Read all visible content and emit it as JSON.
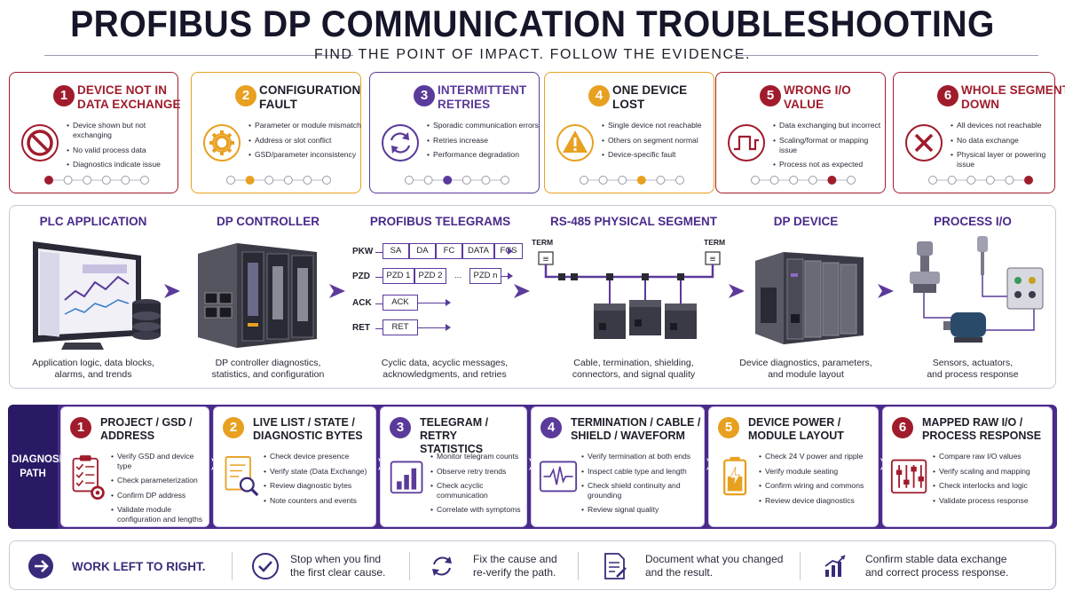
{
  "title": "PROFIBUS DP COMMUNICATION TROUBLESHOOTING",
  "subtitle": "FIND THE POINT OF IMPACT. FOLLOW THE EVIDENCE.",
  "colors": {
    "red": "#a01c2c",
    "orange": "#e8a020",
    "purple": "#5a3a9a",
    "navy": "#2a1a66",
    "dark": "#1e1e2a"
  },
  "cards": [
    {
      "num": "1",
      "title_l1": "DEVICE NOT IN",
      "title_l2": "DATA EXCHANGE",
      "icon": "prohibited-icon",
      "bullets": [
        "Device shown but not exchanging",
        "No valid process data",
        "Diagnostics indicate issue"
      ],
      "active_dot": 0
    },
    {
      "num": "2",
      "title_l1": "CONFIGURATION",
      "title_l2": "FAULT",
      "icon": "gear-icon",
      "bullets": [
        "Parameter or module mismatch",
        "Address or slot conflict",
        "GSD/parameter inconsistency"
      ],
      "active_dot": 1
    },
    {
      "num": "3",
      "title_l1": "INTERMITTENT",
      "title_l2": "RETRIES",
      "icon": "retry-icon",
      "bullets": [
        "Sporadic communication errors",
        "Retries increase",
        "Performance degradation"
      ],
      "active_dot": 2
    },
    {
      "num": "4",
      "title_l1": "ONE DEVICE",
      "title_l2": "LOST",
      "icon": "warning-icon",
      "bullets": [
        "Single device not reachable",
        "Others on segment normal",
        "Device-specific fault"
      ],
      "active_dot": 3
    },
    {
      "num": "5",
      "title_l1": "WRONG I/O",
      "title_l2": "VALUE",
      "icon": "square-wave-icon",
      "bullets": [
        "Data exchanging but incorrect",
        "Scaling/format or mapping issue",
        "Process not as expected"
      ],
      "active_dot": 4
    },
    {
      "num": "6",
      "title_l1": "WHOLE SEGMENT",
      "title_l2": "DOWN",
      "icon": "x-mark-icon",
      "bullets": [
        "All devices not reachable",
        "No data exchange",
        "Physical layer or powering issue"
      ],
      "active_dot": 5
    }
  ],
  "flow": [
    {
      "title": "PLC APPLICATION",
      "cap_l1": "Application logic, data blocks,",
      "cap_l2": "alarms, and trends"
    },
    {
      "title": "DP CONTROLLER",
      "cap_l1": "DP controller diagnostics,",
      "cap_l2": "statistics, and configuration"
    },
    {
      "title": "PROFIBUS TELEGRAMS",
      "cap_l1": "Cyclic data, acyclic messages,",
      "cap_l2": "acknowledgments, and retries"
    },
    {
      "title": "RS-485 PHYSICAL SEGMENT",
      "cap_l1": "Cable, termination, shielding,",
      "cap_l2": "connectors, and signal quality"
    },
    {
      "title": "DP DEVICE",
      "cap_l1": "Device diagnostics, parameters,",
      "cap_l2": "and module layout"
    },
    {
      "title": "PROCESS I/O",
      "cap_l1": "Sensors, actuators,",
      "cap_l2": "and process response"
    }
  ],
  "telegrams": {
    "rows": [
      {
        "label": "PKW",
        "boxes": [
          "SA",
          "DA",
          "FC",
          "DATA",
          "FCS"
        ]
      },
      {
        "label": "PZD",
        "boxes": [
          "PZD 1",
          "PZD 2",
          "...",
          "PZD n"
        ]
      },
      {
        "label": "ACK",
        "boxes": [
          "ACK"
        ]
      },
      {
        "label": "RET",
        "boxes": [
          "RET"
        ]
      }
    ]
  },
  "segment": {
    "term_left": "TERM",
    "term_right": "TERM"
  },
  "diagnosis_label": "DIAGNOSIS PATH",
  "steps": [
    {
      "num": "1",
      "title_l1": "PROJECT / GSD /",
      "title_l2": "ADDRESS",
      "icon": "checklist-gear-icon",
      "bullets": [
        "Verify GSD and device type",
        "Check parameterization",
        "Confirm DP address",
        "Validate module configuration and lengths"
      ]
    },
    {
      "num": "2",
      "title_l1": "LIVE LIST / STATE /",
      "title_l2": "DIAGNOSTIC BYTES",
      "icon": "document-magnifier-icon",
      "bullets": [
        "Check device presence",
        "Verify state (Data Exchange)",
        "Review diagnostic bytes",
        "Note counters and events"
      ]
    },
    {
      "num": "3",
      "title_l1": "TELEGRAM / RETRY",
      "title_l2": "STATISTICS",
      "icon": "bar-chart-icon",
      "bullets": [
        "Monitor telegram counts",
        "Observe retry trends",
        "Check acyclic communication",
        "Correlate with symptoms"
      ]
    },
    {
      "num": "4",
      "title_l1": "TERMINATION / CABLE /",
      "title_l2": "SHIELD / WAVEFORM",
      "icon": "waveform-icon",
      "bullets": [
        "Verify termination at both ends",
        "Inspect cable type and length",
        "Check shield continuity and grounding",
        "Review signal quality"
      ]
    },
    {
      "num": "5",
      "title_l1": "DEVICE POWER /",
      "title_l2": "MODULE LAYOUT",
      "icon": "battery-icon",
      "bullets": [
        "Check 24 V power and ripple",
        "Verify module seating",
        "Confirm wiring and commons",
        "Review device diagnostics"
      ]
    },
    {
      "num": "6",
      "title_l1": "MAPPED RAW I/O /",
      "title_l2": "PROCESS RESPONSE",
      "icon": "sliders-icon",
      "bullets": [
        "Compare raw I/O values",
        "Verify scaling and mapping",
        "Check interlocks and logic",
        "Validate process response"
      ]
    }
  ],
  "footer": [
    {
      "icon": "arrow-right-circle-icon",
      "l1": "WORK LEFT TO RIGHT.",
      "l2": ""
    },
    {
      "icon": "check-circle-icon",
      "l1": "Stop when you find",
      "l2": "the first clear cause."
    },
    {
      "icon": "refresh-icon",
      "l1": "Fix the cause and",
      "l2": "re-verify the path."
    },
    {
      "icon": "document-edit-icon",
      "l1": "Document what you changed",
      "l2": "and the result."
    },
    {
      "icon": "trend-chart-icon",
      "l1": "Confirm stable data exchange",
      "l2": "and correct process response."
    }
  ]
}
